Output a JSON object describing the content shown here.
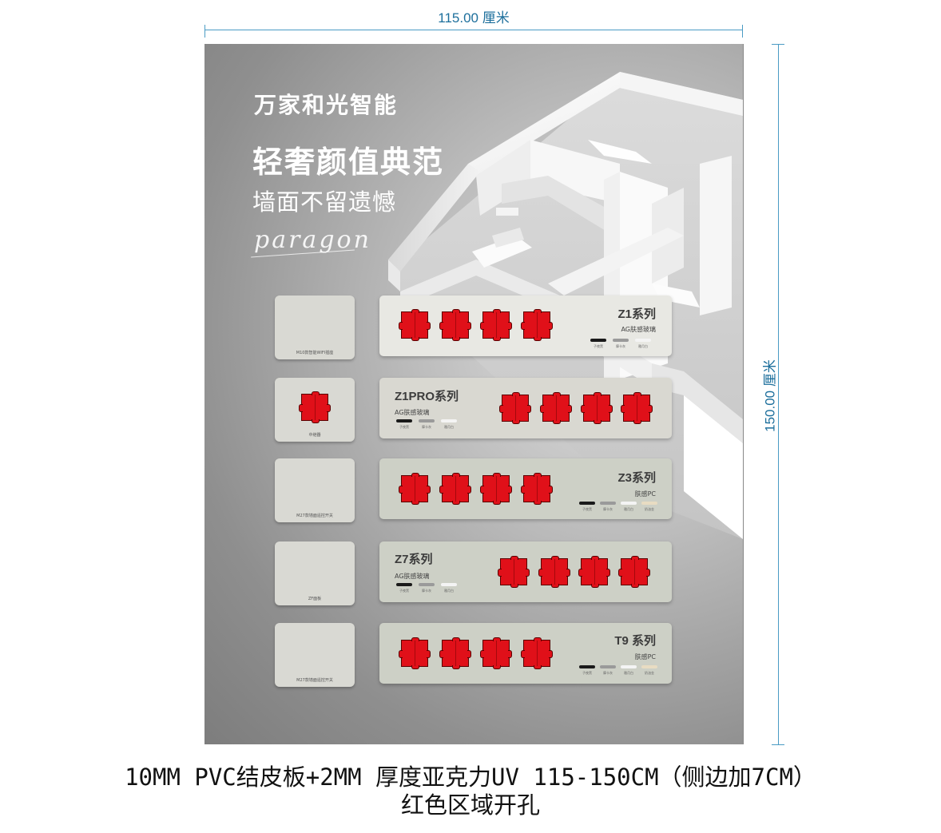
{
  "dimensions": {
    "width_label": "115.00 厘米",
    "height_label": "150.00 厘米"
  },
  "board": {
    "brand": "万家和光智能",
    "headline": "轻奢颜值典范",
    "subline": "墙面不留遗憾",
    "script": "paragon"
  },
  "small_panels": [
    {
      "caption": "M10款智能WIFI插座"
    },
    {
      "caption": "中继器"
    },
    {
      "caption": "M27款墙面遥控开关"
    },
    {
      "caption": "ZF面板"
    },
    {
      "caption": "M27款墙面遥控开关"
    }
  ],
  "panels": [
    {
      "series": "Z1系列",
      "glass": "AG肤感玻璃",
      "colors": [
        "子夜黑",
        "摩卡灰",
        "雅月白"
      ]
    },
    {
      "series": "Z1PRO系列",
      "glass": "AG肤感玻璃",
      "colors": [
        "子夜黑",
        "摩卡灰",
        "雅月白"
      ]
    },
    {
      "series": "Z3系列",
      "glass": "肤感PC",
      "colors": [
        "子夜黑",
        "摩卡灰",
        "雅月白",
        "奶油金"
      ]
    },
    {
      "series": "Z7系列",
      "glass": "AG肤感玻璃",
      "colors": [
        "子夜黑",
        "摩卡灰",
        "雅月白"
      ]
    },
    {
      "series": "T9 系列",
      "glass": "肤感PC",
      "colors": [
        "子夜黑",
        "摩卡灰",
        "雅月白",
        "奶油金"
      ]
    }
  ],
  "swatch_colors": {
    "子夜黑": "#1a1a1a",
    "摩卡灰": "#9a9a9a",
    "雅月白": "#f4f4f4",
    "奶油金": "#e8dcc2"
  },
  "cutout_color": "#e01019",
  "footer": {
    "line1": "10MM PVC结皮板+2MM 厚度亚克力UV 115-150CM（侧边加7CM）",
    "line2": "红色区域开孔"
  }
}
